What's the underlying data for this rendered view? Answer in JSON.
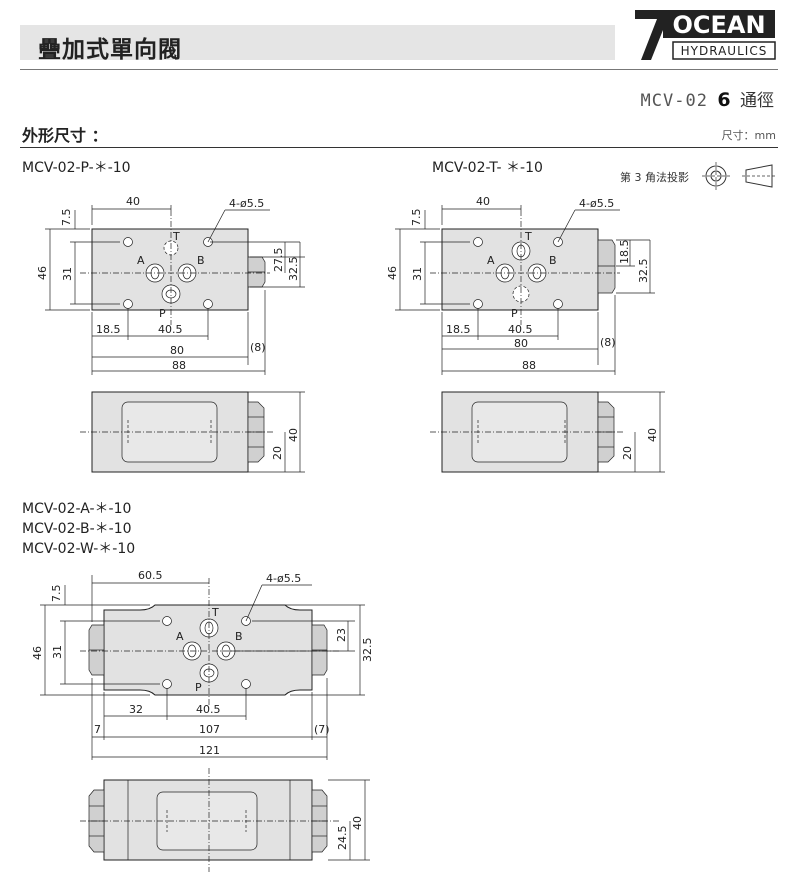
{
  "header": {
    "title": "疊加式單向閥",
    "logo_top": "OCEAN",
    "logo_bottom": "HYDRAULICS"
  },
  "model_line": {
    "model": "MCV-02",
    "size": "6",
    "suffix": "通徑"
  },
  "section": {
    "title": "外形尺寸 ：",
    "unit": "尺寸：mm"
  },
  "projection": {
    "label": "第 3 角法投影"
  },
  "drawings": {
    "p": {
      "label": "MCV-02-P-＊-10",
      "dims": {
        "d40": "40",
        "hole": "4-ø5.5",
        "d75": "7.5",
        "d46": "46",
        "d31": "31",
        "d275": "27.5",
        "d325": "32.5",
        "d185": "18.5",
        "d405": "40.5",
        "d80": "80",
        "d8": "(8)",
        "d88": "88",
        "d20": "20",
        "d40b": "40"
      },
      "ports": {
        "t": "T",
        "a": "A",
        "b": "B",
        "p": "P"
      }
    },
    "t": {
      "label": "MCV-02-T- ＊-10",
      "dims": {
        "d40": "40",
        "hole": "4-ø5.5",
        "d75": "7.5",
        "d46": "46",
        "d31": "31",
        "d185r": "18.5",
        "d325": "32.5",
        "d185": "18.5",
        "d405": "40.5",
        "d80": "80",
        "d8": "(8)",
        "d88": "88",
        "d20": "20",
        "d40b": "40"
      },
      "ports": {
        "t": "T",
        "a": "A",
        "b": "B",
        "p": "P"
      }
    },
    "abw": {
      "labels": [
        "MCV-02-A-＊-10",
        "MCV-02-B-＊-10",
        "MCV-02-W-＊-10"
      ],
      "dims": {
        "d605": "60.5",
        "hole": "4-ø5.5",
        "d75": "7.5",
        "d46": "46",
        "d31": "31",
        "d23": "23",
        "d325": "32.5",
        "d32": "32",
        "d405": "40.5",
        "d7": "7",
        "d107": "107",
        "d7r": "(7)",
        "d121": "121",
        "d245": "24.5",
        "d40b": "40"
      },
      "ports": {
        "t": "T",
        "a": "A",
        "b": "B",
        "p": "P"
      }
    }
  }
}
